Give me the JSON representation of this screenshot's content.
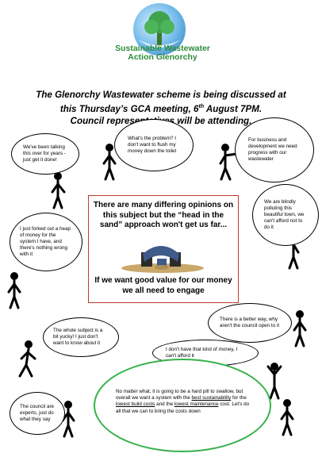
{
  "logo": {
    "line1": "Sustainable Wastewater",
    "line2": "Action Glenorchy"
  },
  "headline": {
    "line1": "The Glenorchy Wastewater scheme is being discussed at",
    "line2a": "this Thursday’s GCA meeting, 6",
    "line2sup": "th",
    "line2b": " August 7PM.",
    "line3": "Council representatives will be attending."
  },
  "bubbles": {
    "b1": "We've been talking this over for years - just get it done!",
    "b2": "What's the problem? I don't want to flush my money down the toilet",
    "b3": "For business and development we need progress with our wastewater",
    "b4": "We are blindly polluting this beautiful town, we can't afford not to do it",
    "b5": "I just forked out a heap of money for the system I have, and there's nothing wrong with it",
    "b6": "There is a better way, why aren't the council open to it",
    "b7": "The whole subject is a bit yucky! I just don't want to know about it",
    "b8": "I don't have that kind of money, I can't afford it",
    "b9": "The council are experts, just do what they say"
  },
  "center": {
    "top_a": "There are many differing opinions on this subject but the “head in the sand” ",
    "top_b": "approach",
    "top_c": " won't get us far...",
    "bottom": "If we want good value for our money we all need to engage"
  },
  "green": {
    "p1": "No matter what, it is going to be a hard pill to swallow, but overall we want a system with the ",
    "u1": "best sustainability",
    "p2": " for the ",
    "u2": "lowest build costs",
    "p3": " and the ",
    "u3": "lowest maintenance",
    "p4": " cost. Let's do all that we can to bring the costs down"
  },
  "colors": {
    "logo_green": "#2e8b3a",
    "box_border": "#c0392b",
    "green_bubble": "#35b24a"
  }
}
